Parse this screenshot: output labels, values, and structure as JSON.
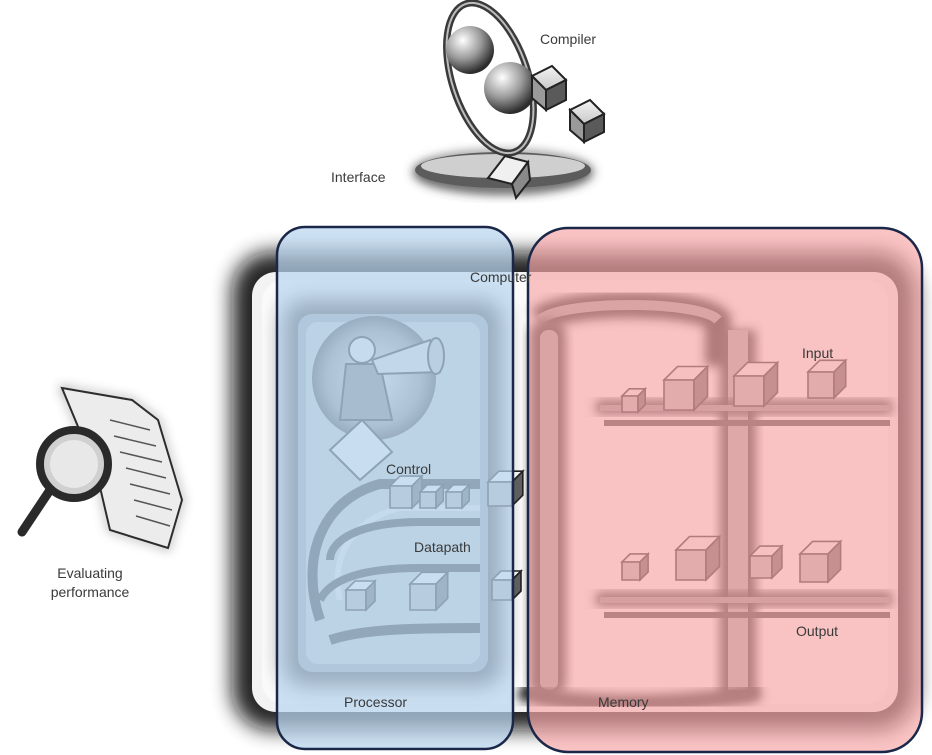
{
  "labels": {
    "compiler": "Compiler",
    "interface": "Interface",
    "computer": "Computer",
    "control": "Control",
    "datapath": "Datapath",
    "processor": "Processor",
    "memory": "Memory",
    "input": "Input",
    "output": "Output",
    "evaluating_line1": "Evaluating",
    "evaluating_line2": "performance"
  },
  "highlights": {
    "processor_fill": "#b9d6ef",
    "memory_fill": "#f7a6a8",
    "outline": "#1b2748"
  },
  "icons": {
    "compiler": "gyroscope-icon",
    "evaluating": "magnifier-document-icon",
    "control": "megaphone-figure-icon"
  }
}
